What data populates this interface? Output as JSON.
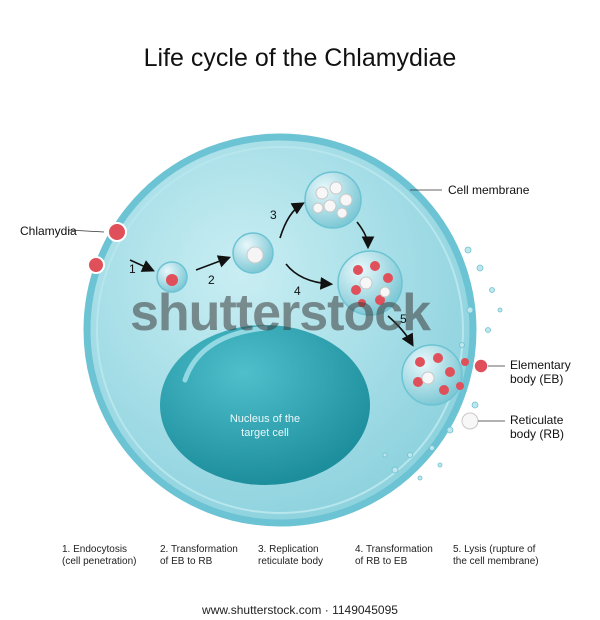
{
  "title": "Life cycle of the Chlamydiae",
  "labels": {
    "cell_membrane": "Cell membrane",
    "chlamydia": "Chlamydia",
    "elementary_body": [
      "Elementary",
      "body (EB)"
    ],
    "reticulate_body": [
      "Reticulate",
      "body (RB)"
    ],
    "nucleus": [
      "Nucleus of the",
      "target cell"
    ]
  },
  "steps": [
    "1",
    "2",
    "3",
    "4",
    "5"
  ],
  "legend": [
    [
      "1. Endocytosis",
      "(cell penetration)"
    ],
    [
      "2. Transformation",
      "of EB to  RB"
    ],
    [
      "3. Replication",
      "reticulate body"
    ],
    [
      "4. Transformation",
      "of RB to EB"
    ],
    [
      "5. Lysis (rupture of",
      "the cell membrane)"
    ]
  ],
  "watermark": "shutterstock",
  "footer": "www.shutterstock.com · 1149045095",
  "colors": {
    "cytoplasm": "#a7dde6",
    "membrane": "#6cc3d3",
    "nucleus": "#2fa6b4",
    "eb": "#e0505a",
    "rb": "#f2f2f2"
  }
}
